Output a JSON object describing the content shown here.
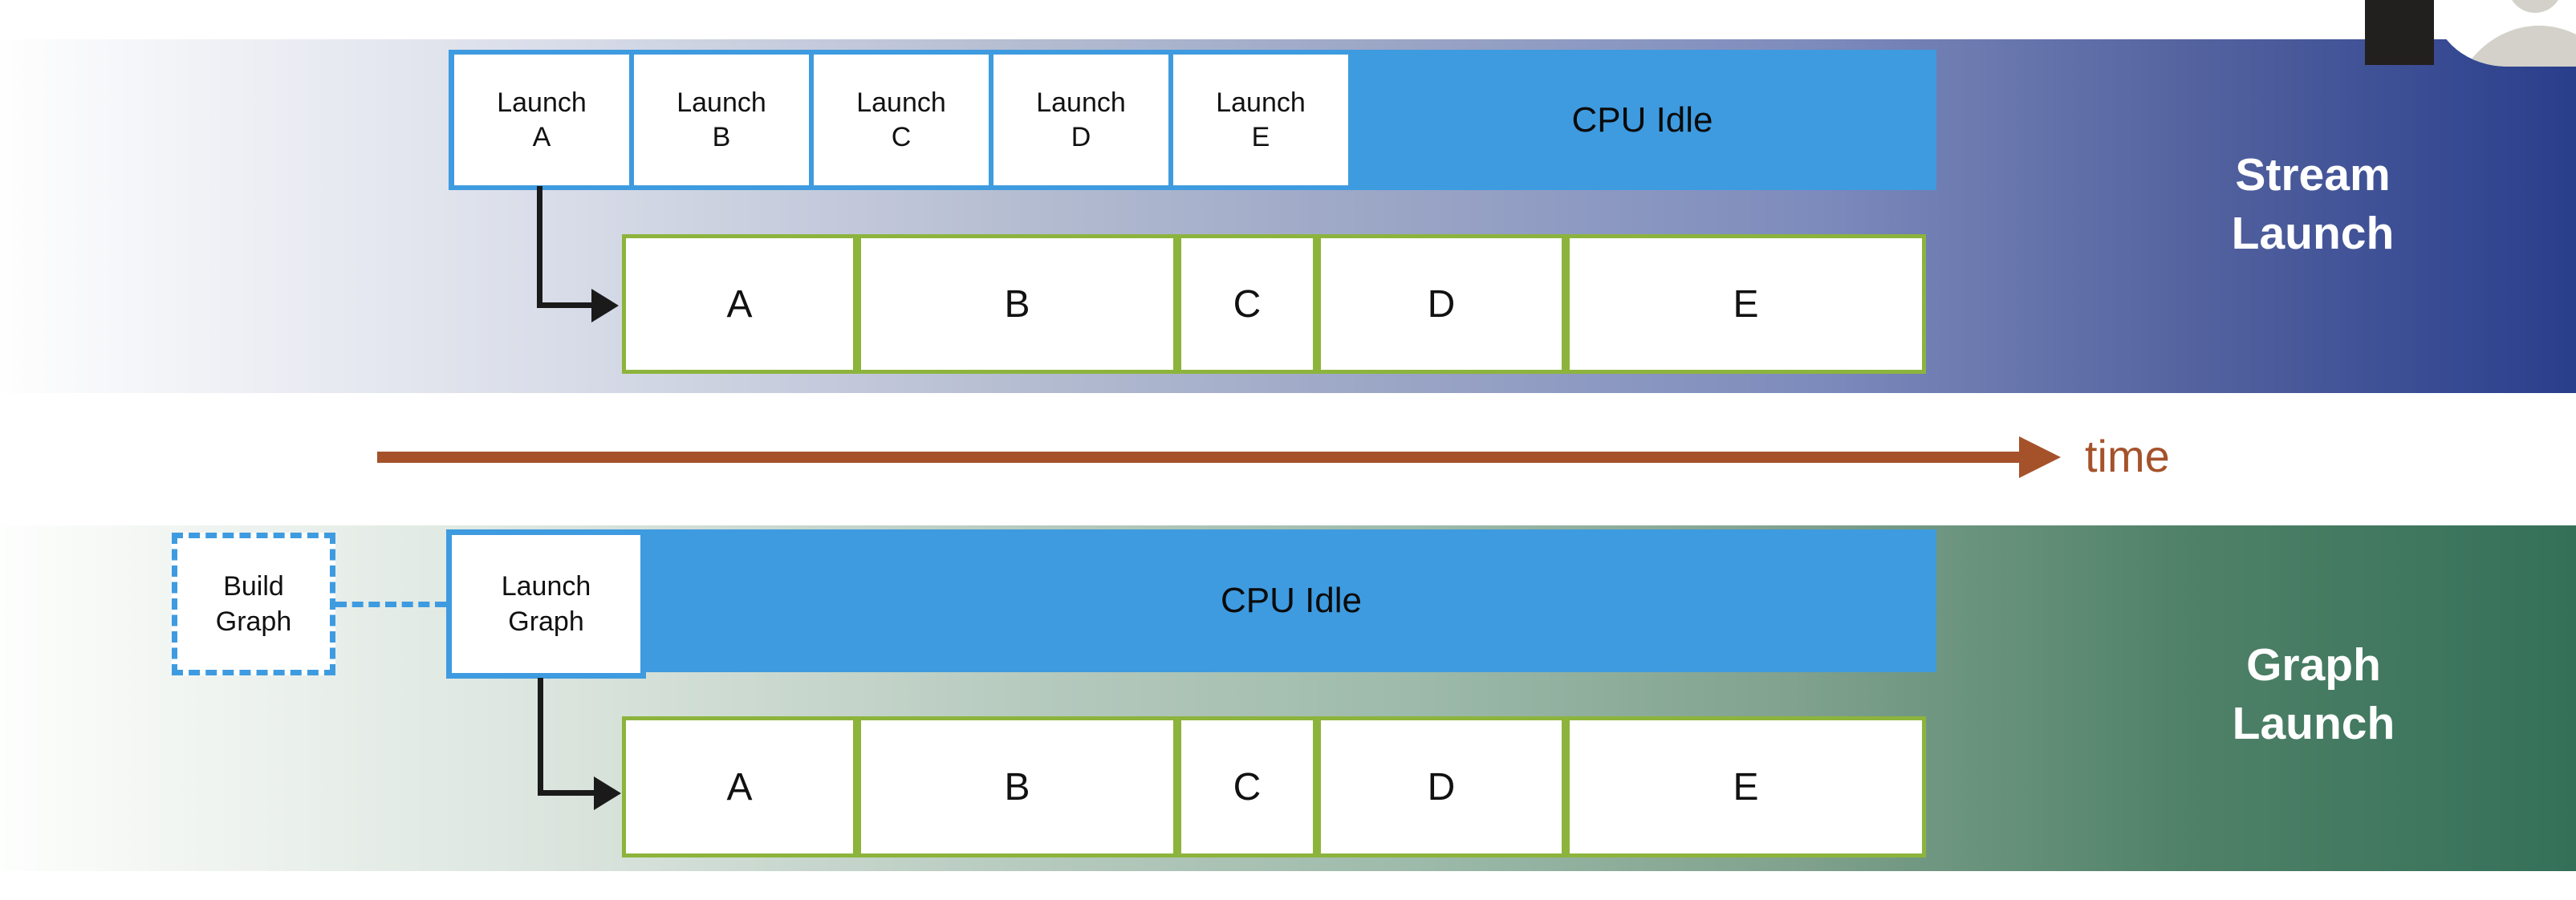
{
  "stream_section": {
    "title_lines": [
      "Stream",
      "Launch"
    ],
    "cpu_idle_label": "CPU Idle",
    "launch_boxes": [
      {
        "line1": "Launch",
        "line2": "A"
      },
      {
        "line1": "Launch",
        "line2": "B"
      },
      {
        "line1": "Launch",
        "line2": "C"
      },
      {
        "line1": "Launch",
        "line2": "D"
      },
      {
        "line1": "Launch",
        "line2": "E"
      }
    ],
    "kernels": [
      "A",
      "B",
      "C",
      "D",
      "E"
    ]
  },
  "graph_section": {
    "title_lines": [
      "Graph",
      "Launch"
    ],
    "cpu_idle_label": "CPU Idle",
    "build_box": {
      "line1": "Build",
      "line2": "Graph"
    },
    "launch_box": {
      "line1": "Launch",
      "line2": "Graph"
    },
    "kernels": [
      "A",
      "B",
      "C",
      "D",
      "E"
    ]
  },
  "timeline": {
    "label": "time"
  },
  "colors": {
    "cpu_bar_blue": "#3e9be0",
    "kernel_border_green": "#8cb43c",
    "stream_dark_blue": "#293e8c",
    "graph_dark_green": "#347058",
    "time_arrow_brown": "#a5522b"
  }
}
